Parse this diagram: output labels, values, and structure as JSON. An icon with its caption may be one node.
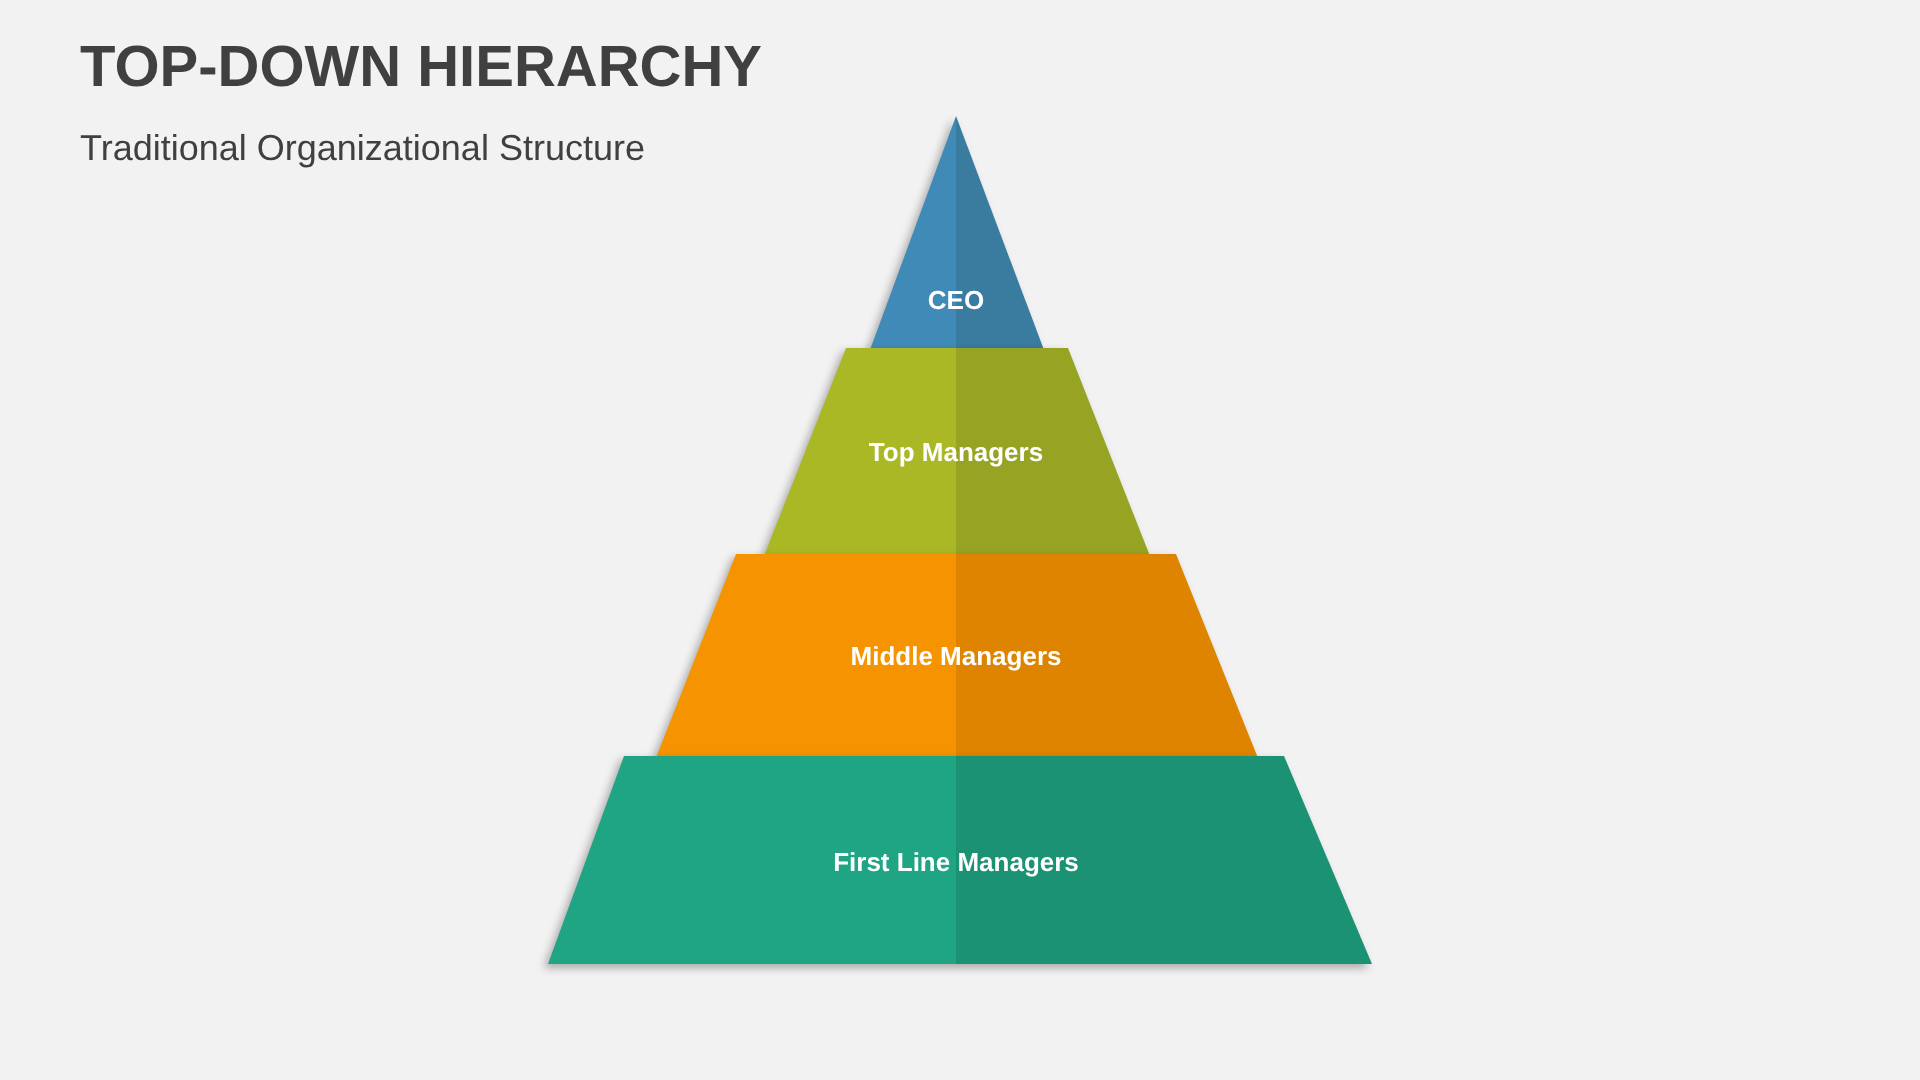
{
  "diagram": {
    "title": "TOP-DOWN HIERARCHY",
    "nodes": [
      {
        "text": [
          "CEO"
        ]
      },
      {
        "text": [
          "Top Managers"
        ]
      },
      {
        "text": [
          "Middle Managers"
        ]
      },
      {
        "text": [
          "First Line Managers"
        ]
      }
    ],
    "labels": [
      "Traditional Organizational Structure"
    ]
  }
}
